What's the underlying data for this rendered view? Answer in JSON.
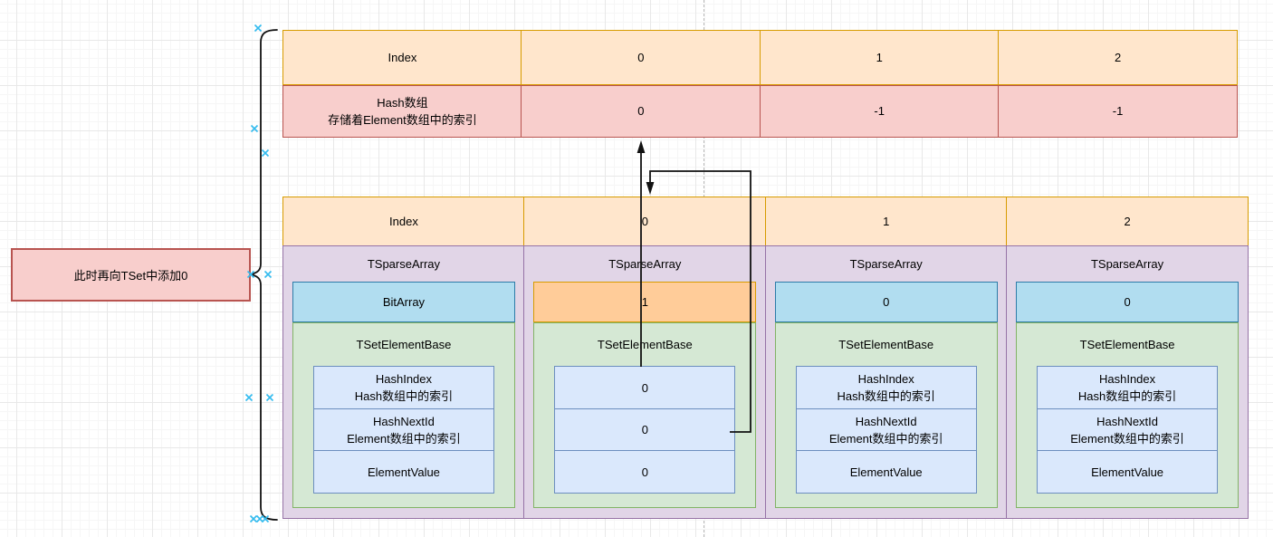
{
  "note": {
    "label": "此时再向TSet中添加0"
  },
  "hash_table": {
    "index_row": {
      "label": "Index",
      "values": [
        "0",
        "1",
        "2"
      ]
    },
    "hash_row": {
      "label_line1": "Hash数组",
      "label_line2": "存储着Element数组中的索引",
      "values": [
        "0",
        "-1",
        "-1"
      ]
    }
  },
  "element_table": {
    "index_row": {
      "label": "Index",
      "values": [
        "0",
        "1",
        "2"
      ]
    },
    "columns": [
      {
        "type_label": "TSparseArray",
        "bit_value": "BitArray",
        "element_base_label": "TSetElementBase",
        "fields": [
          {
            "line1": "HashIndex",
            "line2": "Hash数组中的索引"
          },
          {
            "line1": "HashNextId",
            "line2": "Element数组中的索引"
          },
          {
            "line1": "ElementValue",
            "line2": ""
          }
        ]
      },
      {
        "type_label": "TSparseArray",
        "bit_value": "1",
        "element_base_label": "TSetElementBase",
        "fields": [
          {
            "line1": "0",
            "line2": ""
          },
          {
            "line1": "0",
            "line2": ""
          },
          {
            "line1": "0",
            "line2": ""
          }
        ]
      },
      {
        "type_label": "TSparseArray",
        "bit_value": "0",
        "element_base_label": "TSetElementBase",
        "fields": [
          {
            "line1": "HashIndex",
            "line2": "Hash数组中的索引"
          },
          {
            "line1": "HashNextId",
            "line2": "Element数组中的索引"
          },
          {
            "line1": "ElementValue",
            "line2": ""
          }
        ]
      },
      {
        "type_label": "TSparseArray",
        "bit_value": "0",
        "element_base_label": "TSetElementBase",
        "fields": [
          {
            "line1": "HashIndex",
            "line2": "Hash数组中的索引"
          },
          {
            "line1": "HashNextId",
            "line2": "Element数组中的索引"
          },
          {
            "line1": "ElementValue",
            "line2": ""
          }
        ]
      }
    ]
  },
  "colors": {
    "peach_fill": "#ffe6cc",
    "peach_stroke": "#d79b00",
    "pink_fill": "#f8cecc",
    "pink_stroke": "#b85450",
    "purple_fill": "#e1d5e7",
    "purple_stroke": "#9673a6",
    "green_fill": "#d5e8d4",
    "green_stroke": "#82b366",
    "cyan_fill": "#b1ddf0",
    "cyan_stroke": "#2d7ca8",
    "blue_fill": "#dae8fc",
    "blue_stroke": "#6c8ebf",
    "highlight_fill": "#ffcc99",
    "highlight_stroke": "#d79b00",
    "connector": "#111111",
    "connection_point": "#33bbee",
    "page_guide": "#b8b8b8"
  }
}
